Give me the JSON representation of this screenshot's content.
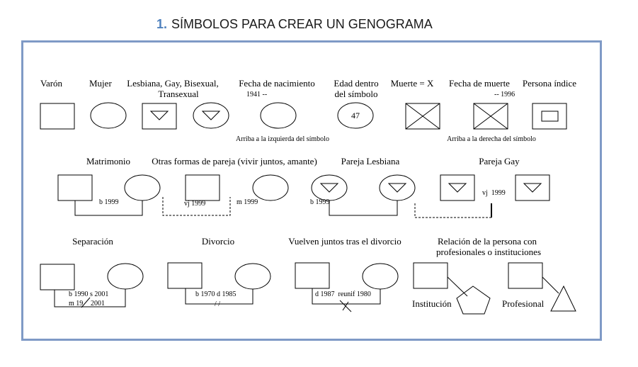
{
  "heading": {
    "number": "1.",
    "title": "SÍMBOLOS PARA CREAR UN GENOGRAMA"
  },
  "row1": {
    "varon": "Varón",
    "mujer": "Mujer",
    "lgbt_line1": "Lesbiana, Gay, Bisexual,",
    "lgbt_line2": "Transexual",
    "nacimiento": "Fecha de nacimiento",
    "nacimiento_year": "1941 --",
    "edad_line1": "Edad dentro",
    "edad_line2": "del símbolo",
    "edad_value": "47",
    "muerte": "Muerte = X",
    "fecha_muerte": "Fecha de muerte",
    "muerte_year": "-- 1996",
    "indice": "Persona índice",
    "note_left": "Arriba a la izquierda del símbolo",
    "note_right": "Arriba a la derecha del símbolo"
  },
  "row2": {
    "matrimonio": "Matrimonio",
    "matrimonio_date": "b 1999",
    "otras": "Otras formas de pareja (vivir juntos, amante)",
    "otras_date1": "vj 1999",
    "otras_date2": "m 1999",
    "lesbiana": "Pareja Lesbiana",
    "lesbiana_date": "b 1999",
    "gay": "Pareja Gay",
    "gay_date": "vj  1999"
  },
  "row3": {
    "separacion": "Separación",
    "sep_date1": "b 1990 s 2001",
    "sep_date2": "m 19",
    "sep_date3": "2001",
    "divorcio": "Divorcio",
    "div_date": "b 1970 d 1985",
    "div_marks": "/ /",
    "vuelven": "Vuelven juntos tras el divorcio",
    "vuelven_date": "d 1987  reunif 1980",
    "relacion_line1": "Relación de la persona con",
    "relacion_line2": "profesionales o instituciones",
    "institucion": "Institución",
    "profesional": "Profesional"
  }
}
